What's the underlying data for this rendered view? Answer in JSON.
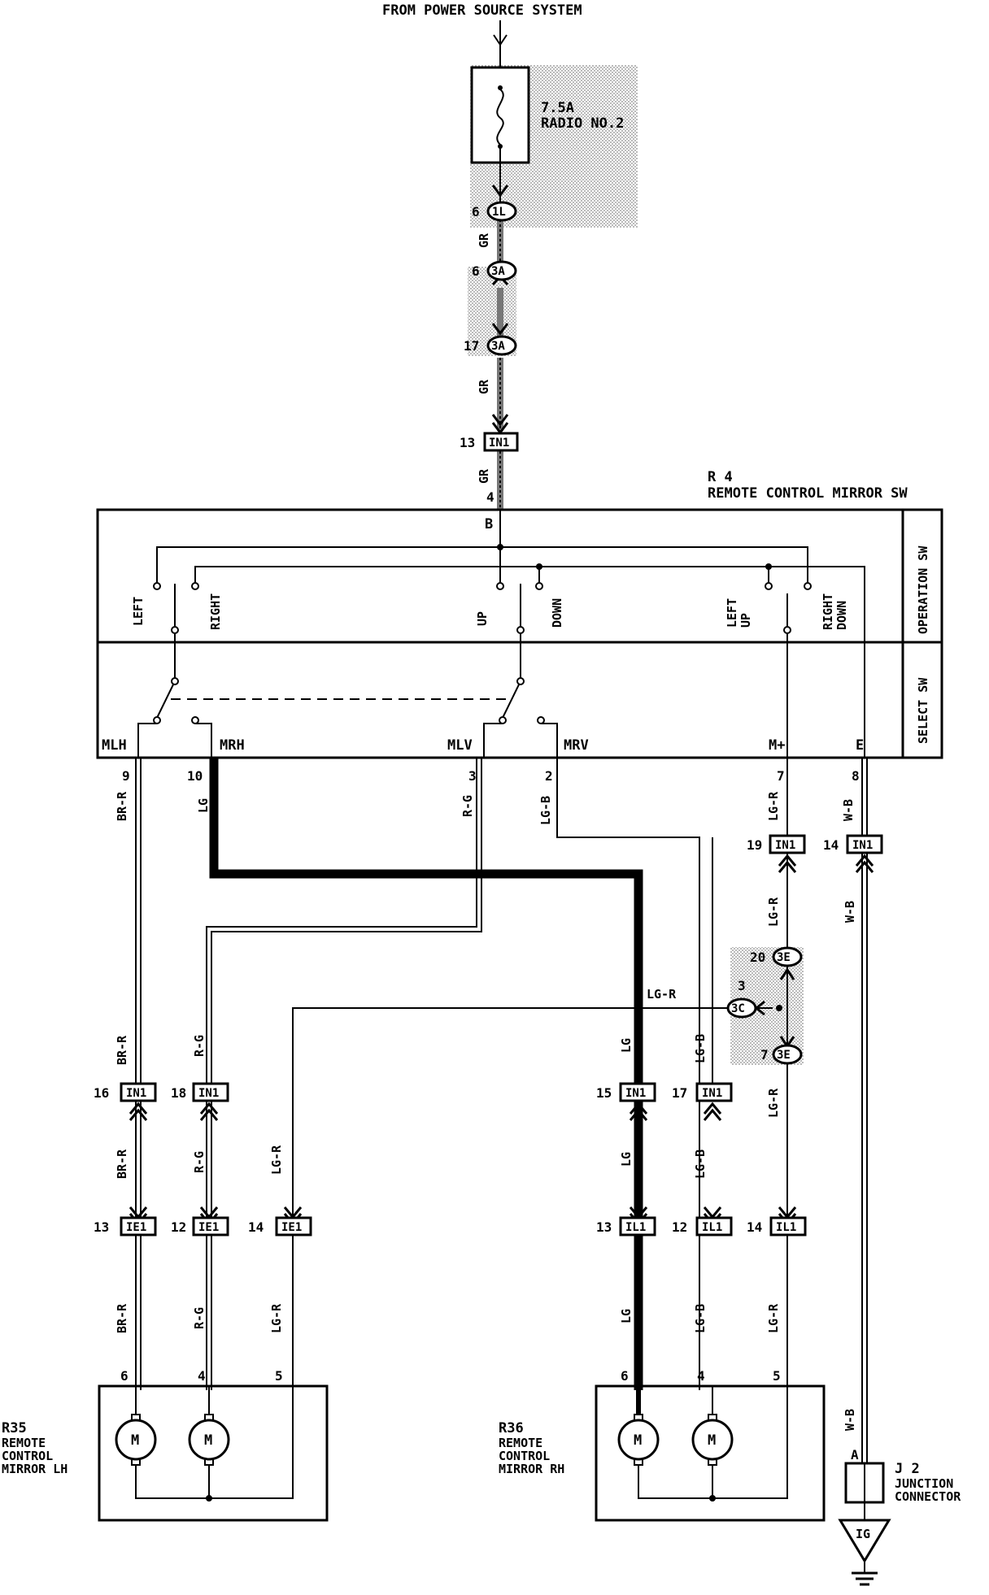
{
  "header": {
    "source": "FROM POWER SOURCE SYSTEM"
  },
  "fuse": {
    "rating": "7.5A",
    "name": "RADIO NO.2"
  },
  "colors": {
    "line": "#000000",
    "shade": "#c8c8c8",
    "background": "#ffffff"
  },
  "switch": {
    "id": "R 4",
    "name": "REMOTE CONTROL MIRROR SW",
    "operation_label": "OPERATION SW",
    "select_label": "SELECT SW",
    "b_terminal": "B",
    "b_pin": "4",
    "positions": {
      "left": "LEFT",
      "right": "RIGHT",
      "up": "UP",
      "down": "DOWN",
      "left_up_1": "LEFT",
      "left_up_2": "UP",
      "right_down_1": "RIGHT",
      "right_down_2": "DOWN"
    },
    "terminals": {
      "mlh": "MLH",
      "mrh": "MRH",
      "mlv": "MLV",
      "mrv": "MRV",
      "mplus": "M+",
      "e": "E"
    },
    "pins": {
      "mlh": "9",
      "mrh": "10",
      "mlv": "3",
      "mrv": "2",
      "mplus": "7",
      "e": "8"
    }
  },
  "connectors": {
    "c1l": {
      "id": "1L",
      "pin": "6"
    },
    "c3a_top": {
      "id": "3A",
      "pin": "6"
    },
    "c3a_bot": {
      "id": "3A",
      "pin": "17"
    },
    "in1_13": {
      "id": "IN1",
      "pin": "13"
    },
    "in1_19": {
      "id": "IN1",
      "pin": "19"
    },
    "in1_14": {
      "id": "IN1",
      "pin": "14"
    },
    "c3e_top": {
      "id": "3E",
      "pin": "20"
    },
    "c3c": {
      "id": "3C",
      "pin": "3"
    },
    "c3e_bot": {
      "id": "3E",
      "pin": "7"
    },
    "in1_16": {
      "id": "IN1",
      "pin": "16"
    },
    "in1_18": {
      "id": "IN1",
      "pin": "18"
    },
    "in1_15": {
      "id": "IN1",
      "pin": "15"
    },
    "in1_17": {
      "id": "IN1",
      "pin": "17"
    },
    "ie1_13": {
      "id": "IE1",
      "pin": "13"
    },
    "ie1_12": {
      "id": "IE1",
      "pin": "12"
    },
    "ie1_14": {
      "id": "IE1",
      "pin": "14"
    },
    "il1_13": {
      "id": "IL1",
      "pin": "13"
    },
    "il1_12": {
      "id": "IL1",
      "pin": "12"
    },
    "il1_14": {
      "id": "IL1",
      "pin": "14"
    }
  },
  "wires": {
    "gr": "GR",
    "br_r": "BR-R",
    "lg": "LG",
    "r_g": "R-G",
    "lg_b": "LG-B",
    "lg_r": "LG-R",
    "w_b": "W-B"
  },
  "mirror_lh": {
    "id": "R35",
    "line1": "REMOTE",
    "line2": "CONTROL",
    "line3": "MIRROR LH",
    "pins": [
      "6",
      "4",
      "5"
    ]
  },
  "mirror_rh": {
    "id": "R36",
    "line1": "REMOTE",
    "line2": "CONTROL",
    "line3": "MIRROR RH",
    "pins": [
      "6",
      "4",
      "5"
    ]
  },
  "motor_label": "M",
  "junction": {
    "id": "J 2",
    "line1": "JUNCTION",
    "line2": "CONNECTOR",
    "pin": "A"
  },
  "ground": {
    "label": "IG"
  }
}
